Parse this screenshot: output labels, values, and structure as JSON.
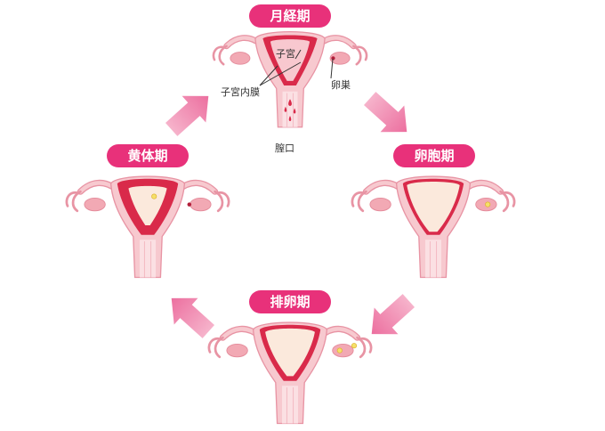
{
  "phases": {
    "menstrual": "月経期",
    "follicular": "卵胞期",
    "ovulation": "排卵期",
    "luteal": "黄体期"
  },
  "annotations": {
    "uterus": "子宮",
    "ovary": "卵巣",
    "endometrium": "子宮内膜",
    "vagina": "膣口"
  },
  "colors": {
    "label_bg": "#e8317a",
    "arrow": "#ef7aa6",
    "uterus_light": "#f7c9cf",
    "uterus_outline": "#e894a4",
    "lining": "#d92a4a",
    "cavity": "#fbe9dc",
    "egg": "#f5e06a"
  }
}
